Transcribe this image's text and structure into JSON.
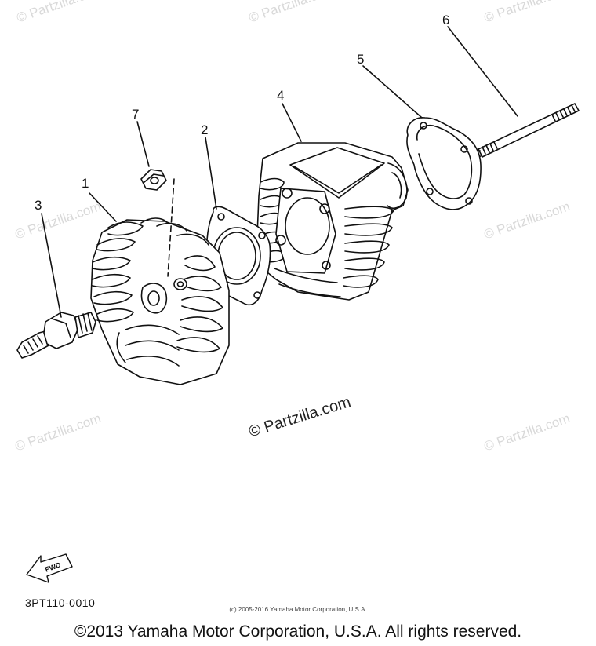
{
  "watermarks": {
    "text": "© Partzilla.com",
    "center_text": "© Partzilla.com"
  },
  "callouts": [
    {
      "number": "1",
      "part": "cylinder-head"
    },
    {
      "number": "2",
      "part": "head-gasket"
    },
    {
      "number": "3",
      "part": "spark-plug"
    },
    {
      "number": "4",
      "part": "cylinder"
    },
    {
      "number": "5",
      "part": "cylinder-gasket"
    },
    {
      "number": "6",
      "part": "stud-bolt"
    },
    {
      "number": "7",
      "part": "nut"
    }
  ],
  "fwd_label": "FWD",
  "diagram_code": "3PT110-0010",
  "small_copyright": "(c) 2005-2016 Yamaha Motor Corporation, U.S.A.",
  "main_copyright": "©2013 Yamaha Motor Corporation, U.S.A. All rights reserved.",
  "colors": {
    "line": "#111111",
    "watermark": "#d9d9d9",
    "background": "#ffffff"
  }
}
